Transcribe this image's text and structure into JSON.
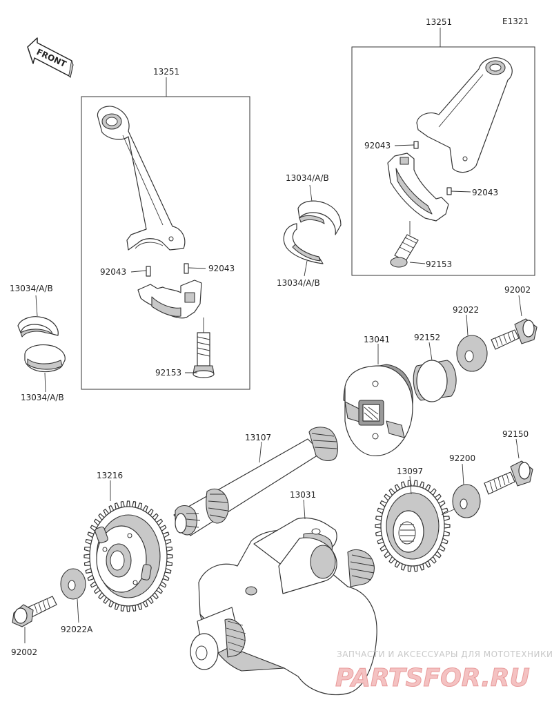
{
  "diagram_id": "E1321",
  "front_label": "FRONT",
  "labels": {
    "rod_left": "13251",
    "rod_right": "13251",
    "pin_l1": "92043",
    "pin_l2": "92043",
    "pin_r1": "92043",
    "pin_r2": "92043",
    "bolt_l": "92153",
    "bolt_r": "92153",
    "brg_c1": "13034/A/B",
    "brg_c2": "13034/A/B",
    "brg_l1": "13034/A/B",
    "brg_l2": "13034/A/B",
    "balancer": "13041",
    "collar": "92152",
    "washer_r": "92022",
    "bolt_r2": "92002",
    "shaft": "13107",
    "gear_left": "13216",
    "crank": "13031",
    "gear_right": "13097",
    "washer_r2": "92200",
    "bolt_r3": "92150",
    "washer_l": "92022A",
    "bolt_l2": "92002"
  },
  "watermark": {
    "line1": "ЗАПЧАСТИ И АКСЕССУАРЫ ДЛЯ МОТОТЕХНИКИ",
    "line2": "PARTSFOR.RU"
  }
}
